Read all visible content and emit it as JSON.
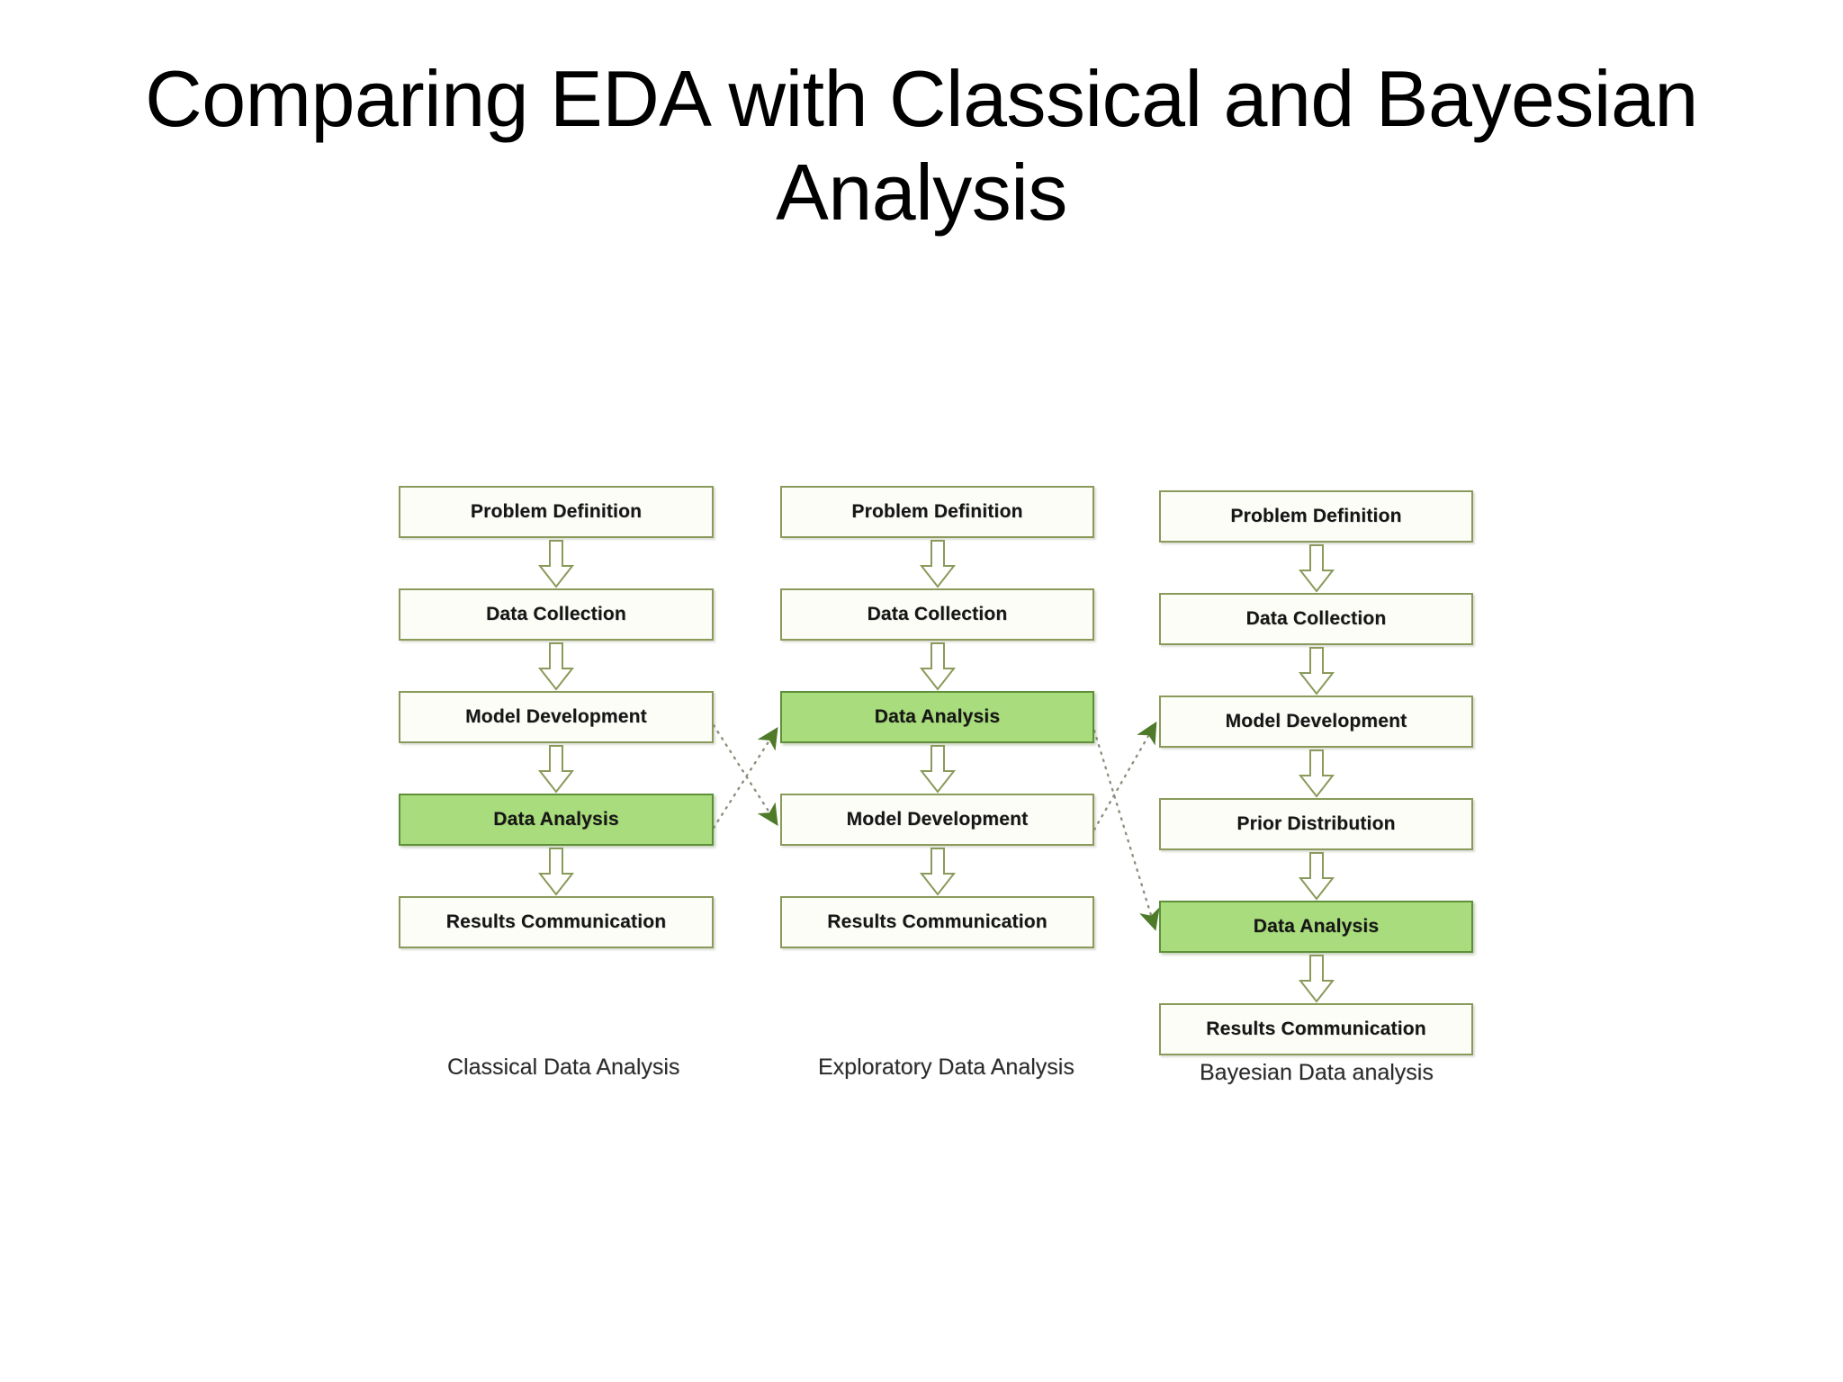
{
  "slide": {
    "title_line1": "Comparing EDA with Classical and Bayesian",
    "title_line2": "Analysis"
  },
  "diagram": {
    "type": "flowchart",
    "description": "Three parallel vertical process flows comparing Classical, Exploratory and Bayesian data analysis, with dotted cross-links marking where the Data Analysis and Model Development steps swap order.",
    "highlight_color": "#a9dc7c",
    "box_border_color": "#8a9a5b",
    "box_fill_color": "#fdfdf8",
    "connector_color": "#8a8a7a",
    "arrowhead_color": "#4e7a2a",
    "arrow_glyph": "down-block-arrow",
    "columns": [
      {
        "id": "classical",
        "caption": "Classical Data Analysis",
        "steps": [
          {
            "label": "Problem Definition",
            "highlight": false
          },
          {
            "label": "Data Collection",
            "highlight": false
          },
          {
            "label": "Model Development",
            "highlight": false
          },
          {
            "label": "Data Analysis",
            "highlight": true
          },
          {
            "label": "Results Communication",
            "highlight": false
          }
        ]
      },
      {
        "id": "exploratory",
        "caption": "Exploratory Data Analysis",
        "steps": [
          {
            "label": "Problem Definition",
            "highlight": false
          },
          {
            "label": "Data Collection",
            "highlight": false
          },
          {
            "label": "Data Analysis",
            "highlight": true
          },
          {
            "label": "Model Development",
            "highlight": false
          },
          {
            "label": "Results Communication",
            "highlight": false
          }
        ]
      },
      {
        "id": "bayesian",
        "caption": "Bayesian Data analysis",
        "steps": [
          {
            "label": "Problem Definition",
            "highlight": false
          },
          {
            "label": "Data Collection",
            "highlight": false
          },
          {
            "label": "Model Development",
            "highlight": false
          },
          {
            "label": "Prior Distribution",
            "highlight": false
          },
          {
            "label": "Data Analysis",
            "highlight": true
          },
          {
            "label": "Results Communication",
            "highlight": false
          }
        ]
      }
    ],
    "cross_links": [
      {
        "id": "classical-model-to-exploratory-model",
        "from": "classical.Model Development",
        "to": "exploratory.Model Development",
        "style": "dotted"
      },
      {
        "id": "classical-analysis-to-exploratory-analysis",
        "from": "classical.Data Analysis",
        "to": "exploratory.Data Analysis",
        "style": "dotted"
      },
      {
        "id": "exploratory-analysis-to-bayesian-analysis",
        "from": "exploratory.Data Analysis",
        "to": "bayesian.Data Analysis",
        "style": "dotted"
      },
      {
        "id": "exploratory-model-to-bayesian-model",
        "from": "exploratory.Model Development",
        "to": "bayesian.Model Development",
        "style": "dotted"
      }
    ]
  }
}
